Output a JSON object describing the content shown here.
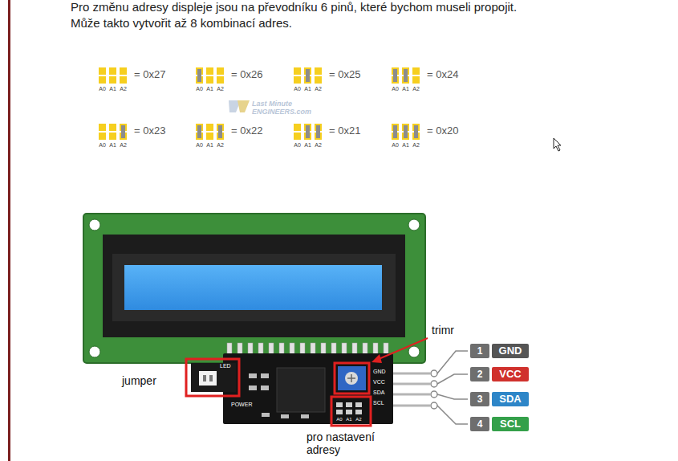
{
  "diagram": {
    "nodes": [
      {
        "text": [
          "1"
        ]
      },
      {
        "text": [
          "GND"
        ]
      },
      {
        "text": [
          "2"
        ]
      },
      {
        "text": [
          "VCC"
        ]
      },
      {
        "text": [
          "3"
        ]
      },
      {
        "text": [
          "SDA"
        ]
      },
      {
        "text": [
          "4"
        ]
      },
      {
        "text": [
          "SCL"
        ]
      }
    ],
    "labels": [
      "Pro změnu adresy displeje jsou na převodníku 6 pinů, které bychom museli propojit.",
      "Může takto vytvořit až 8 kombinací adres.",
      "= 0x27",
      "A0",
      "A1",
      "A2",
      "= 0x26",
      "A0",
      "A1",
      "A2",
      "= 0x25",
      "A0",
      "A1",
      "A2",
      "= 0x24",
      "A0",
      "A1",
      "A2",
      "= 0x23",
      "A0",
      "A1",
      "A2",
      "= 0x22",
      "A0",
      "A1",
      "A2",
      "= 0x21",
      "A0",
      "A1",
      "A2",
      "= 0x20",
      "A0",
      "A1",
      "A2",
      "Last Minute",
      "ENGINEERS.com",
      "LED",
      "POWER",
      "GND",
      "VCC",
      "SDA",
      "SCL",
      "A0",
      "A1",
      "A2",
      "trimr",
      "jumper",
      "pro nastavení adresy"
    ]
  }
}
